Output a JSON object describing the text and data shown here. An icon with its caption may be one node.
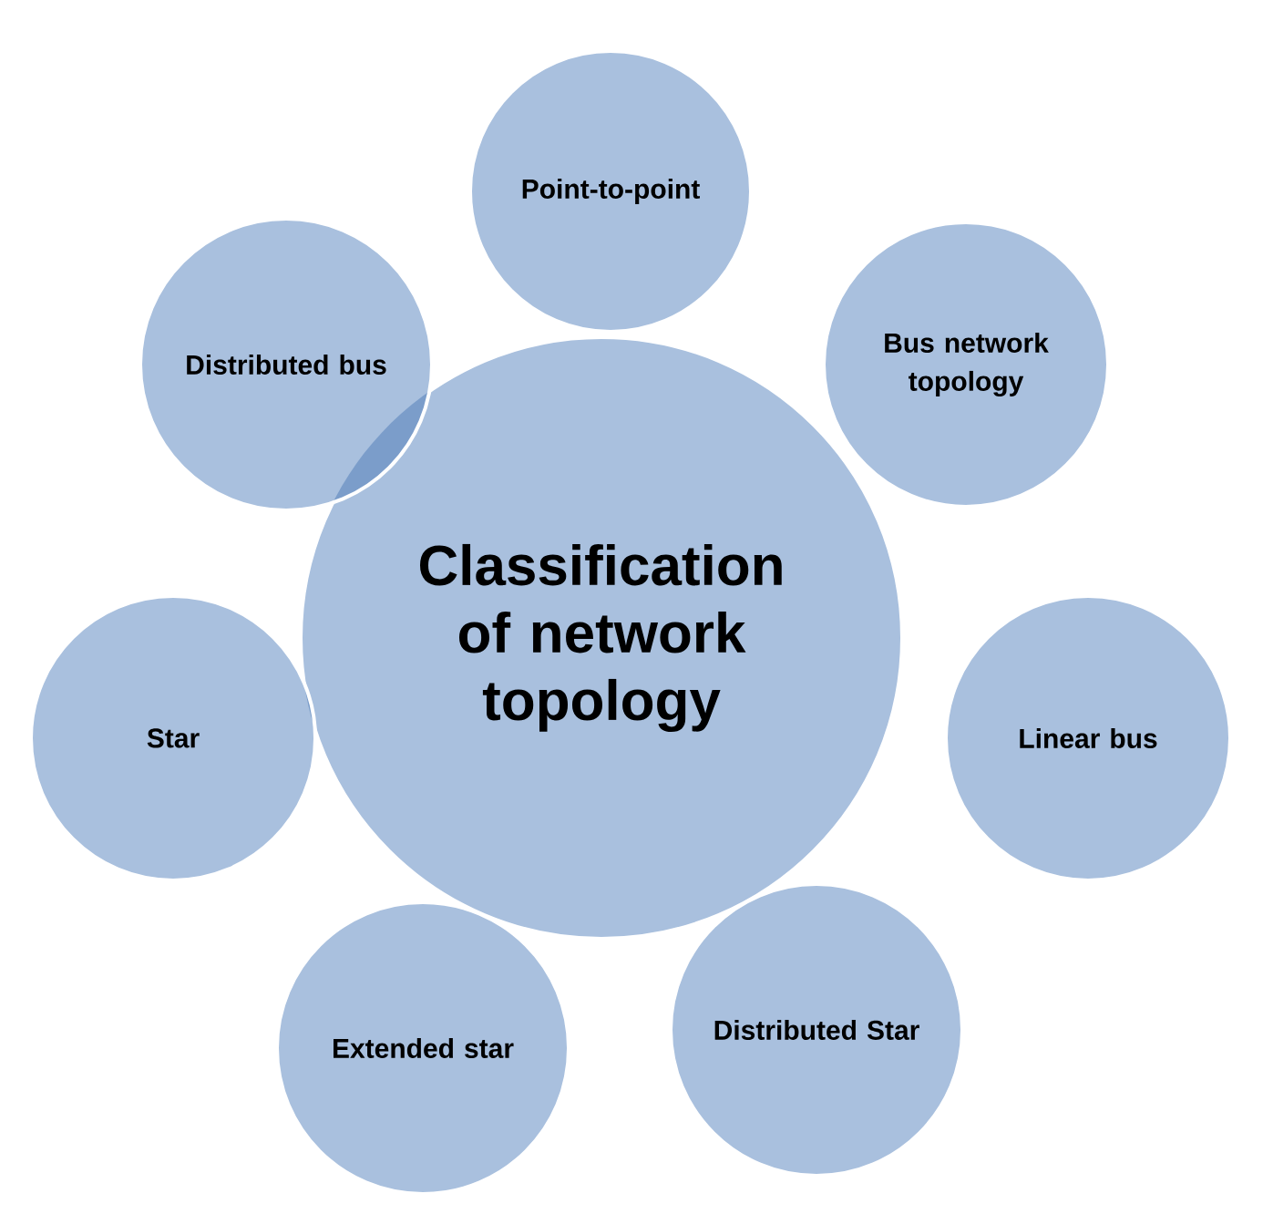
{
  "diagram": {
    "nodes": [
      {
        "text": [
          "Classification of network topology"
        ]
      },
      {
        "text": [
          "Point-to-point"
        ]
      },
      {
        "text": [
          "Bus network topology"
        ]
      },
      {
        "text": [
          "Linear bus"
        ]
      },
      {
        "text": [
          "Distributed Star"
        ]
      },
      {
        "text": [
          "Extended star"
        ]
      },
      {
        "text": [
          "Star"
        ]
      },
      {
        "text": [
          "Distributed bus"
        ]
      }
    ]
  }
}
